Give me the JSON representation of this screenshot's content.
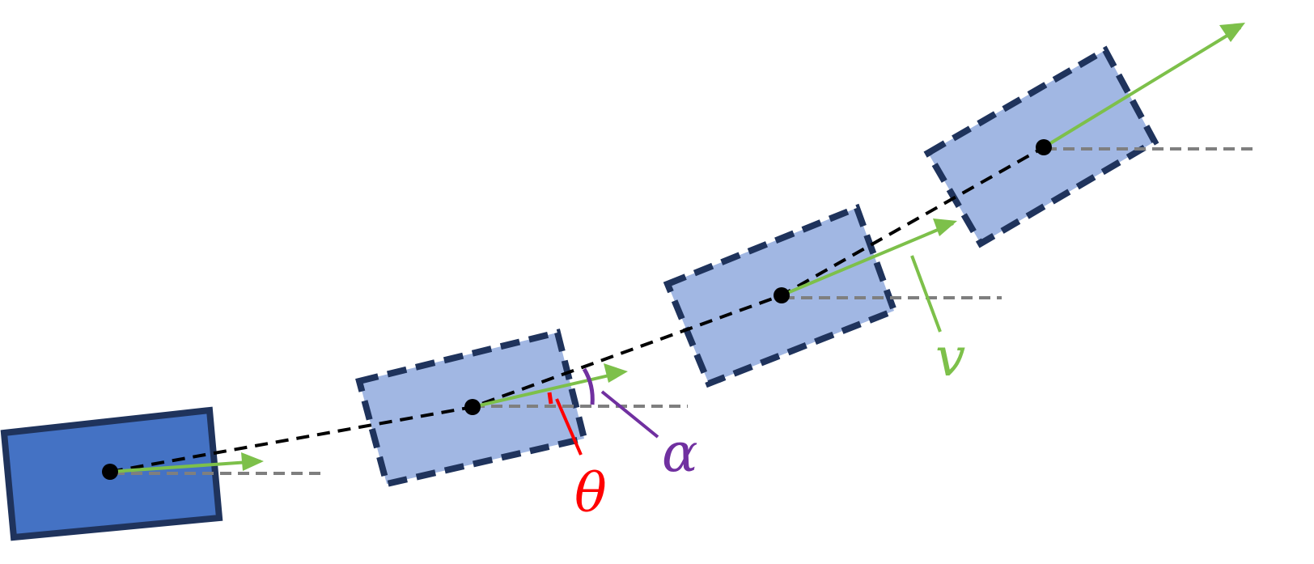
{
  "labels": {
    "theta": "θ",
    "alpha": "α",
    "velocity": "v"
  },
  "colors": {
    "vehicle_fill": "#4472C4",
    "vehicle_stroke": "#1F335C",
    "ghost_fill": "#A1B7E3",
    "ghost_stroke": "#1F335C",
    "velocity_arrow": "#7DC04A",
    "trajectory_line": "#000000",
    "reference_line": "#7F7F7F",
    "theta_marker": "#FF0000",
    "alpha_marker": "#7030A0",
    "center_point": "#000000"
  }
}
